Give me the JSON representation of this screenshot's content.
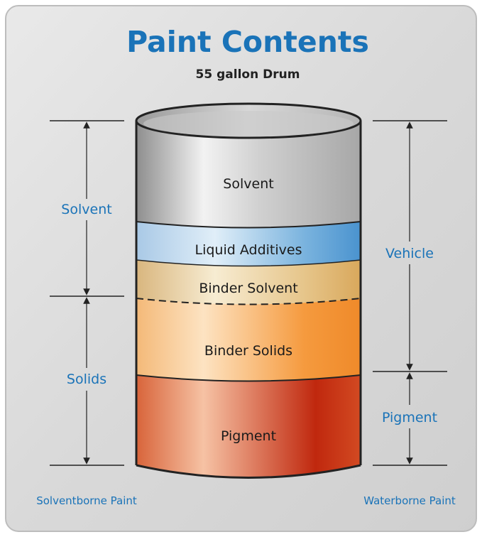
{
  "title": "Paint Contents",
  "subtitle": "55 gallon Drum",
  "colors": {
    "title": "#1a73b8",
    "label": "#1a73b8",
    "layer_text": "#1a1a1a",
    "line": "#222222"
  },
  "layers": [
    {
      "label": "Solvent"
    },
    {
      "label": "Liquid Additives"
    },
    {
      "label": "Binder Solvent"
    },
    {
      "label": "Binder Solids"
    },
    {
      "label": "Pigment"
    }
  ],
  "left_brackets": [
    {
      "label": "Solvent"
    },
    {
      "label": "Solids"
    }
  ],
  "right_brackets": [
    {
      "label": "Vehicle"
    },
    {
      "label": "Pigment"
    }
  ],
  "footer": {
    "left": "Solventborne Paint",
    "right": "Waterborne Paint"
  }
}
